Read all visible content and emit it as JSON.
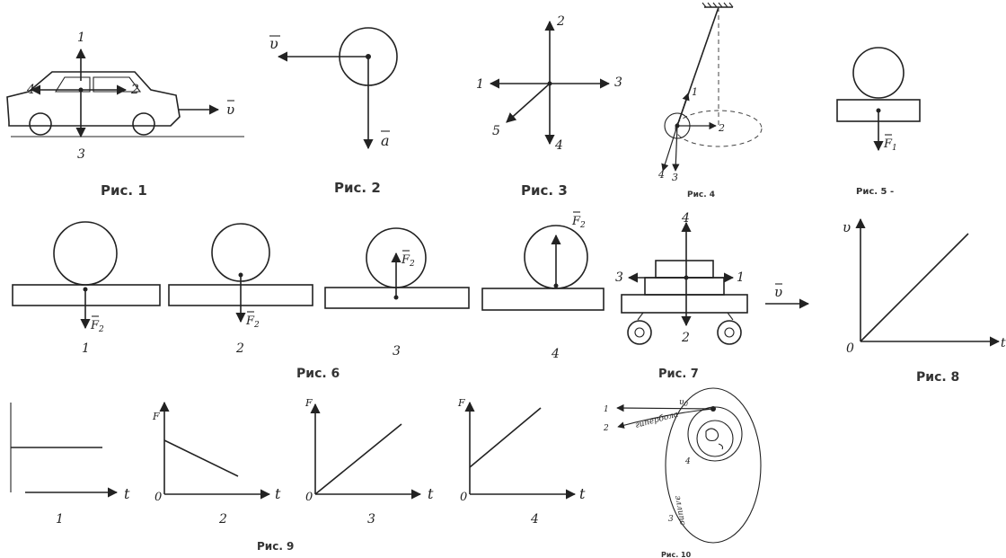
{
  "figures": {
    "fig1": {
      "caption": "Рис. 1",
      "labels": [
        "1",
        "2",
        "3",
        "4"
      ],
      "vector": "υ"
    },
    "fig2": {
      "caption": "Рис. 2",
      "velocity": "υ",
      "acceleration": "a"
    },
    "fig3": {
      "caption": "Рис. 3",
      "labels": [
        "1",
        "2",
        "3",
        "4",
        "5"
      ]
    },
    "fig4": {
      "caption": "Рис. 4",
      "labels": [
        "1",
        "2",
        "3",
        "4"
      ]
    },
    "fig5": {
      "caption": "Рис. 5 -",
      "force": "F",
      "force_sub": "1"
    },
    "fig6": {
      "caption": "Рис. 6",
      "force": "F",
      "force_sub": "2",
      "labels": [
        "1",
        "2",
        "3",
        "4"
      ]
    },
    "fig7": {
      "caption": "Рис. 7",
      "labels": [
        "1",
        "2",
        "3",
        "4"
      ],
      "vector": "υ"
    },
    "fig8": {
      "caption": "Рис. 8",
      "y_axis": "υ",
      "x_axis": "t",
      "origin": "0"
    },
    "fig9": {
      "caption": "Рис. 9",
      "y_axis": "F",
      "x_axis": "t",
      "origin": "0",
      "labels": [
        "1",
        "2",
        "3",
        "4"
      ]
    },
    "fig10": {
      "caption": "Рис. 10",
      "labels": [
        "1",
        "2",
        "3",
        "4"
      ],
      "curve_hyperbola": "гипербола",
      "curve_ellipse": "эллипс",
      "vector": "υ",
      "vector_sub": "0"
    }
  }
}
